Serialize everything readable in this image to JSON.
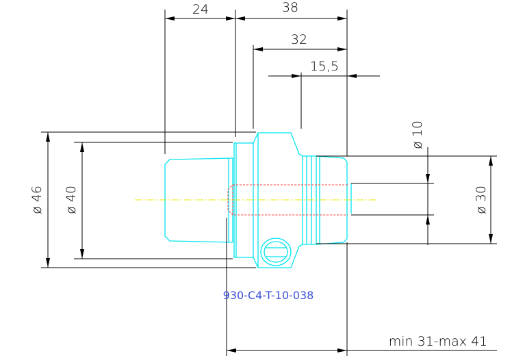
{
  "part_number": "930-C4-T-10-038",
  "dimensions": {
    "length_24": "24",
    "length_38": "38",
    "length_32": "32",
    "length_15_5": "15,5",
    "range": "min 31-max 41",
    "dia_46": "ø 46",
    "dia_40": "ø 40",
    "dia_10": "ø 10",
    "dia_30": "ø 30",
    "dia_symbol": "ø"
  },
  "colors": {
    "part_outline": "#00e5ee",
    "dimension_lines": "#000000",
    "bore_hidden": "#ff3b3b",
    "centerline": "#e8e800",
    "part_label": "#3a4fd8",
    "background": "#ffffff"
  }
}
